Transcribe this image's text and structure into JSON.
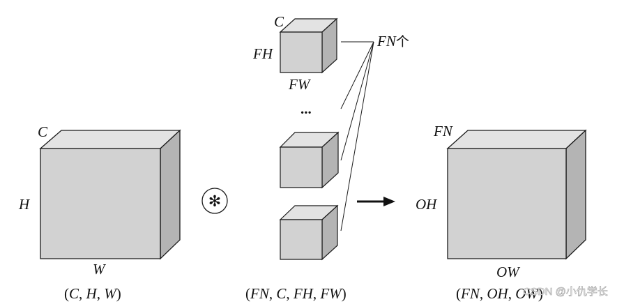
{
  "colors": {
    "front": "#d2d2d2",
    "top": "#e3e3e3",
    "side": "#b4b4b4",
    "stroke": "#1a1a1a"
  },
  "input": {
    "label_c": "C",
    "label_h": "H",
    "label_w": "W",
    "shape_open": "(",
    "shape_c": "C",
    "shape_sep1": ", ",
    "shape_h": "H",
    "shape_sep2": ", ",
    "shape_w": "W",
    "shape_close": ")"
  },
  "operator": {
    "symbol": "✻",
    "icon": "convolution-asterisk-icon"
  },
  "filters": {
    "label_c": "C",
    "label_fh": "FH",
    "label_fw": "FW",
    "ellipsis": "...",
    "count_fn": "FN",
    "count_unit": "个",
    "shape_open": "(",
    "shape_fn": "FN",
    "shape_sep1": ", ",
    "shape_c": "C",
    "shape_sep2": ", ",
    "shape_fh": "FH",
    "shape_sep3": ", ",
    "shape_fw": "FW",
    "shape_close": ")"
  },
  "arrow": {
    "icon": "right-arrow-icon"
  },
  "output": {
    "label_fn": "FN",
    "label_oh": "OH",
    "label_ow": "OW",
    "shape_open": "(",
    "shape_fn": "FN",
    "shape_sep1": ", ",
    "shape_oh": "OH",
    "shape_sep2": ", ",
    "shape_ow": "OW",
    "shape_close": ")"
  },
  "watermark": {
    "text": "CSDN @小仇学长"
  }
}
